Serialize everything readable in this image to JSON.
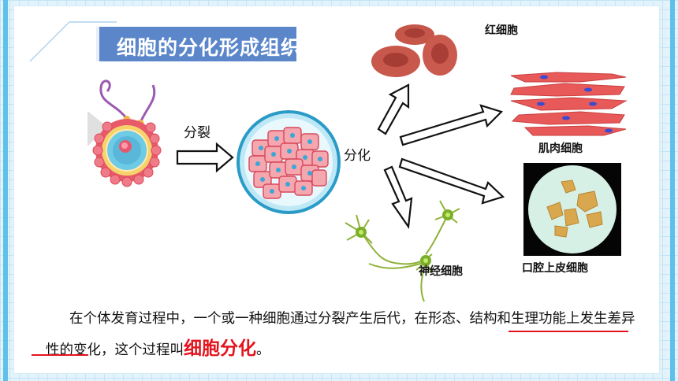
{
  "title": "细胞的分化形成组织",
  "labels": {
    "division": "分裂",
    "differentiation": "分化",
    "red_blood_cell": "红细胞",
    "muscle_cell": "肌肉细胞",
    "nerve_cell": "神经细胞",
    "oral_epithelial_cell": "口腔上皮细胞"
  },
  "paragraph": {
    "part1": "在个体发育过程中，一个或一种细胞通过分裂产生后代，",
    "part2_underlined": "在形态、结构和生",
    "part3_underlined": "理功能",
    "part4": "上发生差异性的变化，这个过程叫",
    "highlight": "细胞分化",
    "end": "。"
  },
  "colors": {
    "title_bg": "#5b86c9",
    "highlight": "#e3141e",
    "background_grid": "#c5e4f5",
    "side_stripe": "#5fc0ea"
  },
  "icons": [
    "arrow-icon",
    "fertilized-egg-icon",
    "cell-mass-icon",
    "red-blood-cell-icon",
    "muscle-cell-icon",
    "nerve-cell-icon",
    "epithelial-cell-micrograph"
  ]
}
